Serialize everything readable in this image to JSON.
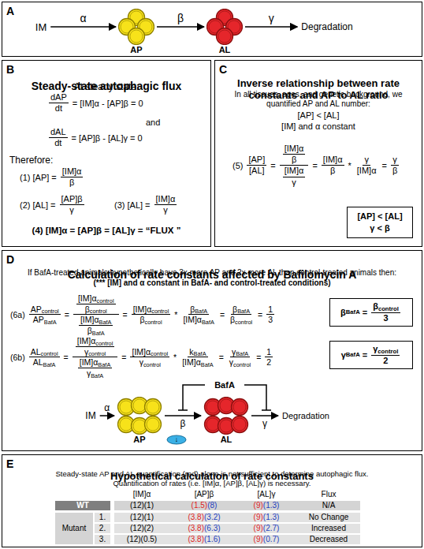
{
  "diagram": {
    "nodes": [
      {
        "text": [
          "A"
        ]
      },
      {
        "text": [
          "IM"
        ],
        "in": 0
      },
      {
        "text": [
          "AP"
        ],
        "in": 0
      },
      {
        "text": [
          "AL"
        ],
        "in": 0
      },
      {
        "text": [
          "Degradation"
        ],
        "in": 0
      },
      {
        "text": [
          "B",
          "Steady-state autophagic flux"
        ]
      },
      {
        "text": [
          "C",
          "Inverse relationship between rate constants and AP to AL ratio"
        ]
      },
      {
        "text": [
          "[AP] < [AL]",
          "γ < β"
        ],
        "in": 6
      },
      {
        "text": [
          "D",
          "Calculation of rate constants affected by Bafilomycin A"
        ]
      },
      {
        "text": [
          "β",
          "BafA",
          "=",
          "β",
          "control",
          "3"
        ],
        "in": 8
      },
      {
        "text": [
          "γ",
          "BafA",
          "=",
          "γ",
          "control",
          "2"
        ],
        "in": 8
      },
      {
        "text": [
          "IM"
        ],
        "in": 8
      },
      {
        "text": [
          "AP"
        ],
        "in": 8
      },
      {
        "text": [
          "↓"
        ],
        "in": 8
      },
      {
        "text": [
          "AL"
        ],
        "in": 8
      },
      {
        "text": [
          "Degradation"
        ],
        "in": 8
      },
      {
        "text": [
          "E",
          "Hypothetical calculation of rate constants"
        ]
      }
    ],
    "edges": [
      {
        "from": 1,
        "to": 2,
        "label": "α",
        "arrow": "to"
      },
      {
        "from": 2,
        "to": 3,
        "label": "β",
        "arrow": "to"
      },
      {
        "from": 3,
        "to": 4,
        "label": "γ",
        "arrow": "to"
      },
      {
        "from": 11,
        "to": 12,
        "label": "α",
        "arrow": "to"
      },
      {
        "from": 12,
        "to": 14,
        "label": "β",
        "arrow": "to"
      },
      {
        "from": 14,
        "to": 15,
        "label": "γ",
        "arrow": "to"
      }
    ],
    "labels": [
      "At steady state:",
      "dAP",
      "dt",
      "= [IM]α - [AP]β = 0",
      "and",
      "dAL",
      "dt",
      "= [AP]β - [AL]γ = 0",
      "Therefore:",
      "(1) [AP] =",
      "[IM]α",
      "β",
      "(2) [AL] =",
      "[AP]β",
      "γ",
      "(3) [AL] =",
      "[IM]α",
      "γ",
      "(4) [IM]α = [AP]β = [AL]γ = “FLUX ”",
      "In all tissues, ages, and genetic background, we quantified AP and AL number:",
      "[AP] < [AL]",
      "[IM] and α constant",
      "(5)",
      "[AP]",
      "[AL]",
      "=",
      "[IM]α",
      "β",
      "[IM]α",
      "γ",
      "=",
      "[IM]α",
      "β",
      "*",
      "γ",
      "[IM]α",
      "=",
      "γ",
      "β",
      "If BafA-treated animals hypothetically have 3x more AP and 2x more AL than control-treated animals then:",
      "(*** [IM] and α constant in BafA- and control-treated conditions)",
      "(6a)",
      "AP",
      "control",
      "AP",
      "BafA",
      "=",
      "[IM]α",
      "control",
      "β",
      "control",
      "[IM]α",
      "BafA",
      "β",
      "BafA",
      "=",
      "[IM]α",
      "control",
      "β",
      "control",
      "*",
      "β",
      "BafA",
      "[IM]α",
      "BafA",
      "=",
      "β",
      "BafA",
      "β",
      "control",
      "=",
      "1",
      "3",
      "(6b)",
      "AL",
      "control",
      "AL",
      "BafA",
      "=",
      "[IM]α",
      "control",
      "γ",
      "control",
      "[IM]α",
      "BafA",
      "γ",
      "BafA",
      "=",
      "[IM]α",
      "control",
      "γ",
      "control",
      "*",
      "k",
      "BafA",
      "[IM]α",
      "BafA",
      "=",
      "γ",
      "BafA",
      "γ",
      "control",
      "=",
      "1",
      "2",
      "BafA",
      "Steady-state AP and AL quantification (red) alone is not sufficient to determine autophagic flux.",
      "Quantification of rates (i.e. [IM]α, [AP]β, [AL]γ) is necessary.",
      "[IM]α",
      "[AP]β",
      "[AL]γ",
      "Flux",
      "WT",
      "(12)(1)",
      "(1.5)",
      "(8)",
      "(9)",
      "(1.3)",
      "N/A",
      "Mutant",
      "1.",
      "(12)(1)",
      "(3.8)",
      "(3.2)",
      "(9)",
      "(1.3)",
      "No Change",
      "2.",
      "(12)(2)",
      "(3.8)",
      "(6.3)",
      "(9)",
      "(2.7)",
      "Increased",
      "3.",
      "(12)(0.5)",
      "(3.8)",
      "(1.6)",
      "(9)",
      "(0.7)",
      "Decreased"
    ]
  }
}
